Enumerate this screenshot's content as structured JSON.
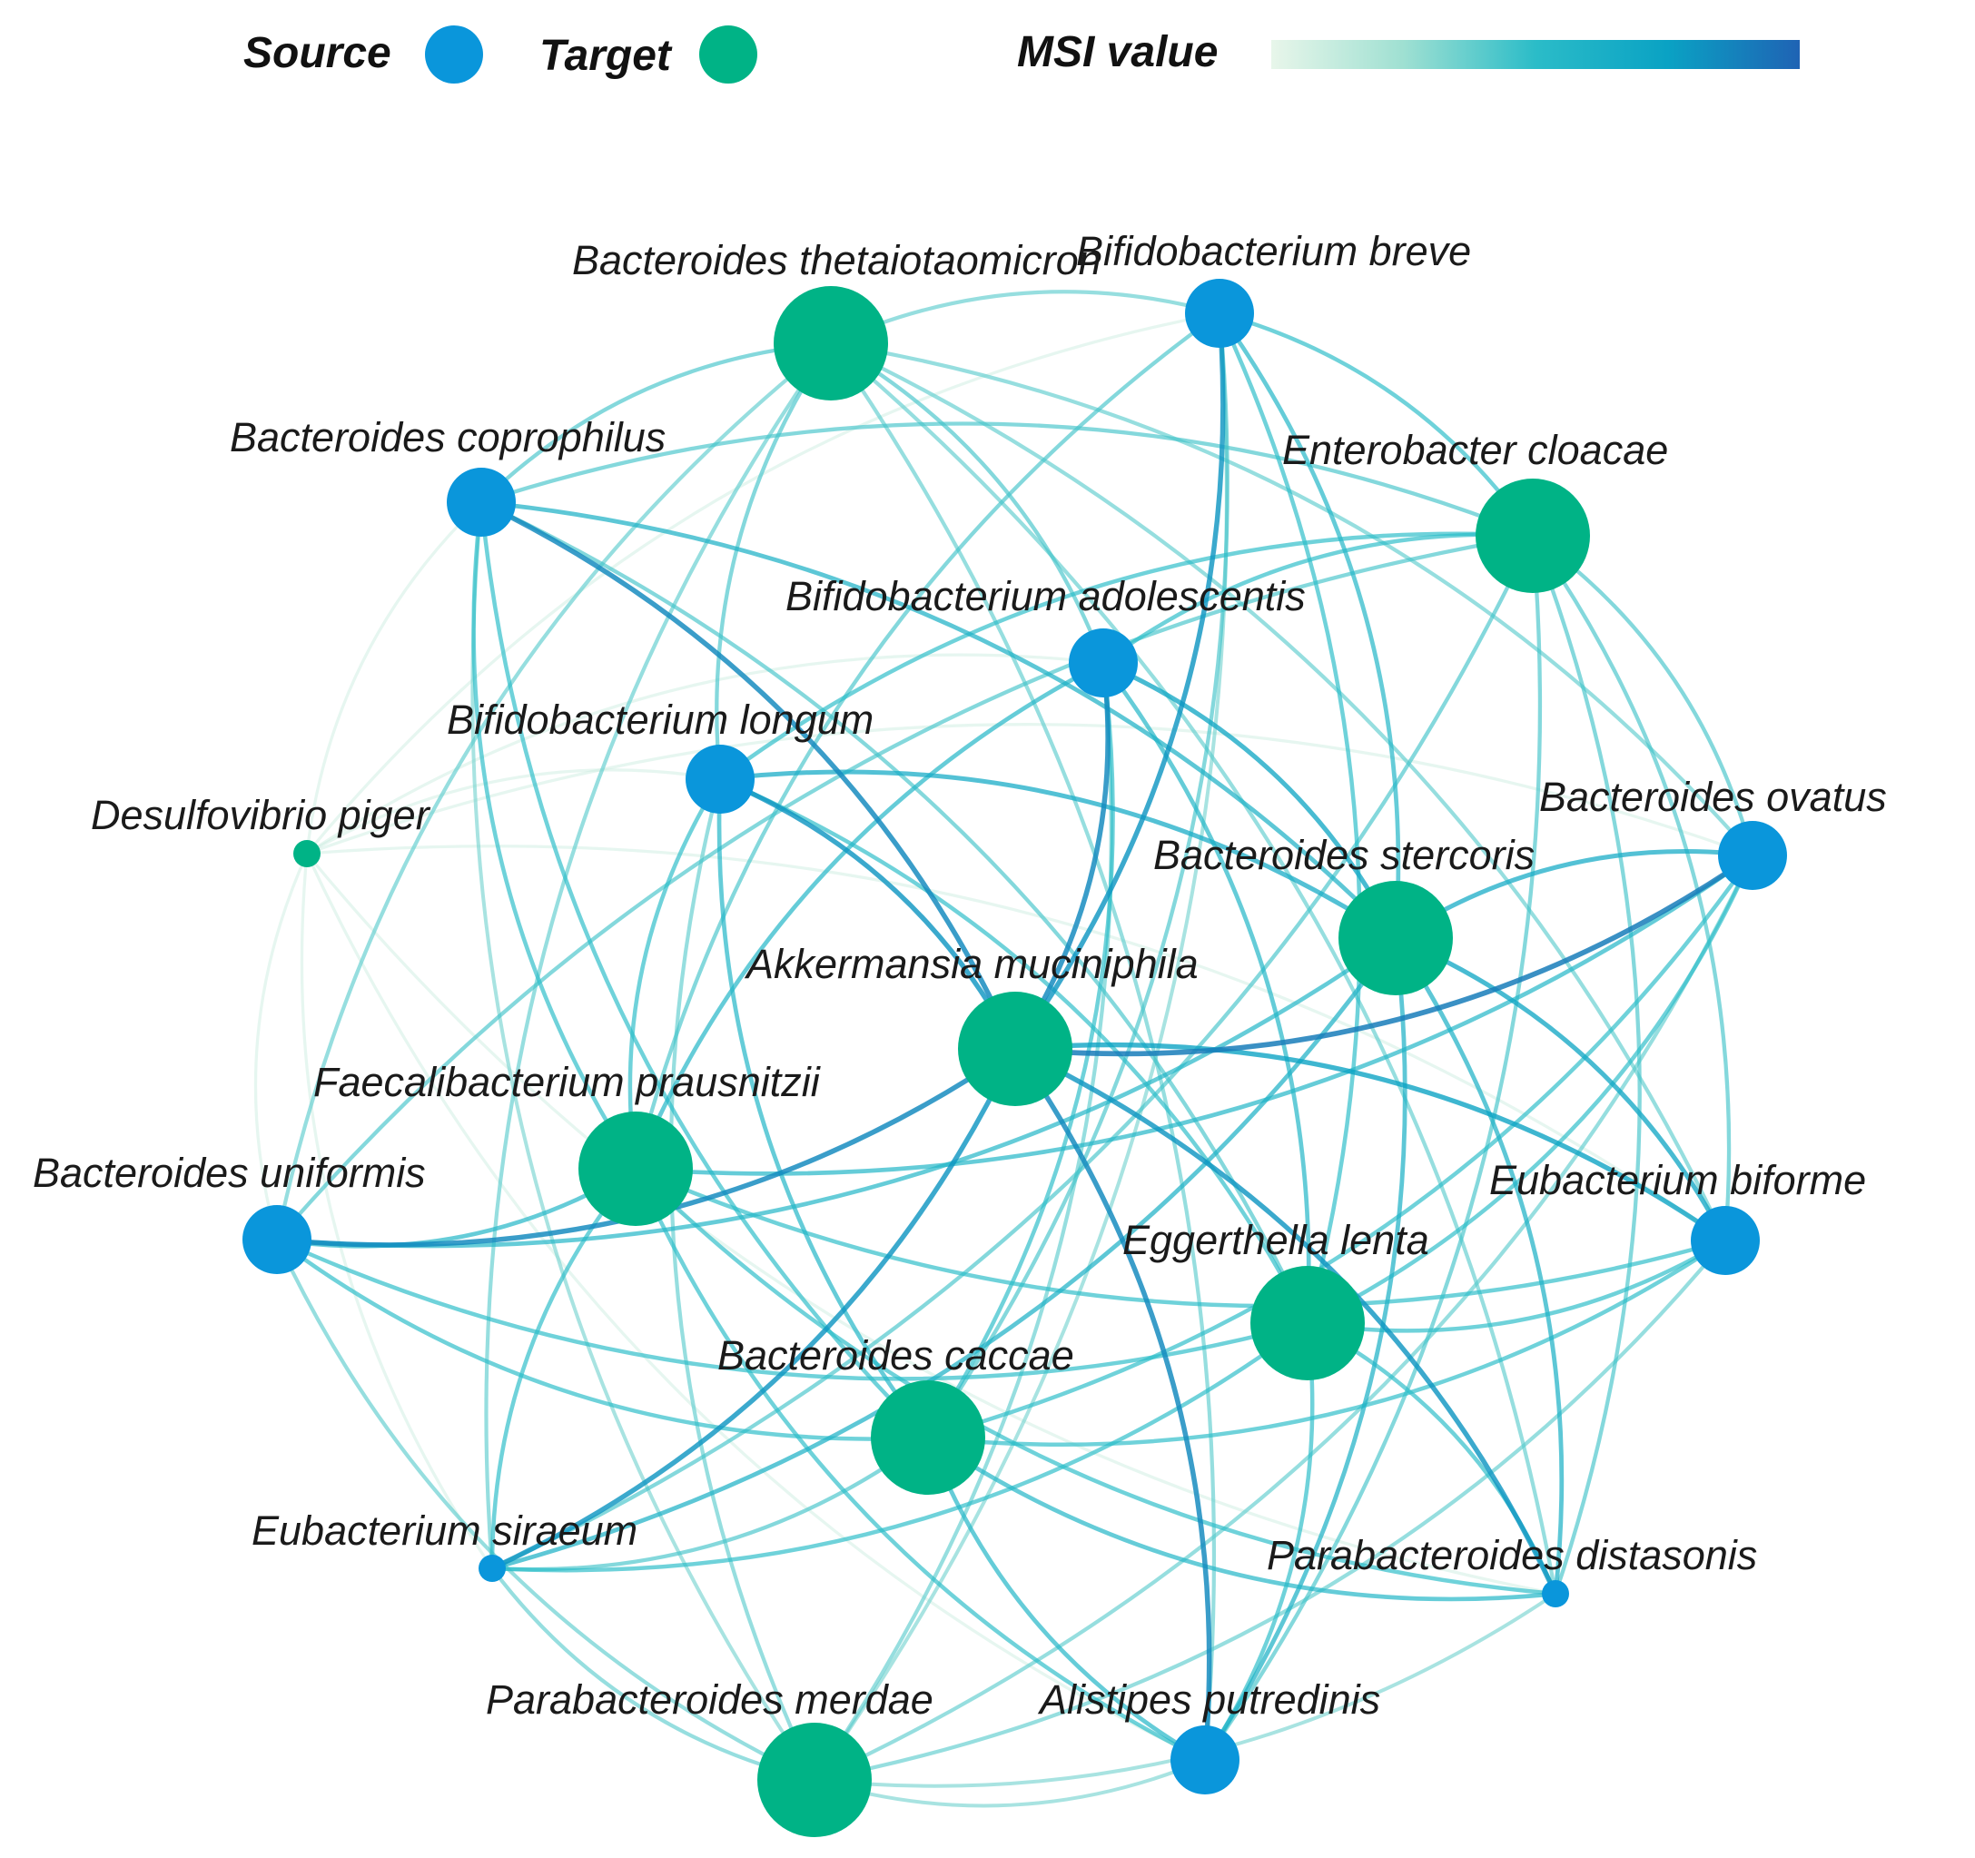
{
  "legend": {
    "source_label": "Source",
    "target_label": "Target",
    "msi_label": "MSI value",
    "source_color": "#0a96db",
    "target_color": "#00b386",
    "gradient_colors": [
      "#e8f6ea",
      "#9fe0d2",
      "#2bbcc8",
      "#0aa2c4",
      "#1f63b4"
    ]
  },
  "nodes": [
    {
      "id": "bthe",
      "label": "Bacteroides thetaiotaomicron",
      "role": "target",
      "size": "large"
    },
    {
      "id": "bbre",
      "label": "Bifidobacterium breve",
      "role": "source",
      "size": "medium"
    },
    {
      "id": "bcop",
      "label": "Bacteroides coprophilus",
      "role": "source",
      "size": "medium"
    },
    {
      "id": "eclo",
      "label": "Enterobacter cloacae",
      "role": "target",
      "size": "large"
    },
    {
      "id": "bado",
      "label": "Bifidobacterium adolescentis",
      "role": "source",
      "size": "medium"
    },
    {
      "id": "blon",
      "label": "Bifidobacterium longum",
      "role": "source",
      "size": "medium"
    },
    {
      "id": "dpig",
      "label": "Desulfovibrio piger",
      "role": "target",
      "size": "tiny"
    },
    {
      "id": "bova",
      "label": "Bacteroides ovatus",
      "role": "source",
      "size": "medium"
    },
    {
      "id": "bste",
      "label": "Bacteroides stercoris",
      "role": "target",
      "size": "large"
    },
    {
      "id": "amuc",
      "label": "Akkermansia muciniphila",
      "role": "target",
      "size": "large"
    },
    {
      "id": "fpra",
      "label": "Faecalibacterium prausnitzii",
      "role": "target",
      "size": "large"
    },
    {
      "id": "buni",
      "label": "Bacteroides uniformis",
      "role": "source",
      "size": "medium"
    },
    {
      "id": "ebif",
      "label": "Eubacterium biforme",
      "role": "source",
      "size": "medium"
    },
    {
      "id": "elen",
      "label": "Eggerthella lenta",
      "role": "target",
      "size": "large"
    },
    {
      "id": "bcac",
      "label": "Bacteroides caccae",
      "role": "target",
      "size": "large"
    },
    {
      "id": "esir",
      "label": "Eubacterium siraeum",
      "role": "source",
      "size": "small"
    },
    {
      "id": "pdis",
      "label": "Parabacteroides distasonis",
      "role": "source",
      "size": "small"
    },
    {
      "id": "pmer",
      "label": "Parabacteroides merdae",
      "role": "target",
      "size": "large"
    },
    {
      "id": "aput",
      "label": "Alistipes putredinis",
      "role": "source",
      "size": "medium"
    }
  ],
  "edges": [
    {
      "s": "amuc",
      "t": "bcop",
      "msi": 0.85
    },
    {
      "s": "amuc",
      "t": "blon",
      "msi": 0.8
    },
    {
      "s": "amuc",
      "t": "bado",
      "msi": 0.85
    },
    {
      "s": "amuc",
      "t": "bova",
      "msi": 0.9
    },
    {
      "s": "amuc",
      "t": "buni",
      "msi": 0.85
    },
    {
      "s": "amuc",
      "t": "esir",
      "msi": 0.8
    },
    {
      "s": "amuc",
      "t": "pdis",
      "msi": 0.8
    },
    {
      "s": "amuc",
      "t": "aput",
      "msi": 0.85
    },
    {
      "s": "amuc",
      "t": "ebif",
      "msi": 0.75
    },
    {
      "s": "amuc",
      "t": "bbre",
      "msi": 0.8
    },
    {
      "s": "bste",
      "t": "bova",
      "msi": 0.65
    },
    {
      "s": "bste",
      "t": "ebif",
      "msi": 0.7
    },
    {
      "s": "bste",
      "t": "bado",
      "msi": 0.7
    },
    {
      "s": "bste",
      "t": "blon",
      "msi": 0.65
    },
    {
      "s": "bste",
      "t": "bcop",
      "msi": 0.6
    },
    {
      "s": "bste",
      "t": "esir",
      "msi": 0.6
    },
    {
      "s": "bste",
      "t": "aput",
      "msi": 0.6
    },
    {
      "s": "bste",
      "t": "pdis",
      "msi": 0.6
    },
    {
      "s": "bste",
      "t": "buni",
      "msi": 0.55
    },
    {
      "s": "bste",
      "t": "bbre",
      "msi": 0.55
    },
    {
      "s": "elen",
      "t": "bova",
      "msi": 0.5
    },
    {
      "s": "elen",
      "t": "ebif",
      "msi": 0.5
    },
    {
      "s": "elen",
      "t": "bado",
      "msi": 0.55
    },
    {
      "s": "elen",
      "t": "blon",
      "msi": 0.5
    },
    {
      "s": "elen",
      "t": "buni",
      "msi": 0.5
    },
    {
      "s": "elen",
      "t": "esir",
      "msi": 0.5
    },
    {
      "s": "elen",
      "t": "aput",
      "msi": 0.5
    },
    {
      "s": "elen",
      "t": "pdis",
      "msi": 0.5
    },
    {
      "s": "elen",
      "t": "bbre",
      "msi": 0.5
    },
    {
      "s": "elen",
      "t": "bcop",
      "msi": 0.45
    },
    {
      "s": "bcac",
      "t": "bova",
      "msi": 0.5
    },
    {
      "s": "bcac",
      "t": "ebif",
      "msi": 0.5
    },
    {
      "s": "bcac",
      "t": "bado",
      "msi": 0.5
    },
    {
      "s": "bcac",
      "t": "blon",
      "msi": 0.55
    },
    {
      "s": "bcac",
      "t": "buni",
      "msi": 0.5
    },
    {
      "s": "bcac",
      "t": "esir",
      "msi": 0.45
    },
    {
      "s": "bcac",
      "t": "aput",
      "msi": 0.55
    },
    {
      "s": "bcac",
      "t": "pdis",
      "msi": 0.55
    },
    {
      "s": "bcac",
      "t": "bcop",
      "msi": 0.5
    },
    {
      "s": "bcac",
      "t": "bbre",
      "msi": 0.45
    },
    {
      "s": "fpra",
      "t": "bova",
      "msi": 0.55
    },
    {
      "s": "fpra",
      "t": "ebif",
      "msi": 0.5
    },
    {
      "s": "fpra",
      "t": "bado",
      "msi": 0.55
    },
    {
      "s": "fpra",
      "t": "blon",
      "msi": 0.5
    },
    {
      "s": "fpra",
      "t": "buni",
      "msi": 0.55
    },
    {
      "s": "fpra",
      "t": "esir",
      "msi": 0.5
    },
    {
      "s": "fpra",
      "t": "aput",
      "msi": 0.5
    },
    {
      "s": "fpra",
      "t": "pdis",
      "msi": 0.5
    },
    {
      "s": "fpra",
      "t": "bcop",
      "msi": 0.5
    },
    {
      "s": "fpra",
      "t": "bbre",
      "msi": 0.45
    },
    {
      "s": "eclo",
      "t": "bbre",
      "msi": 0.5
    },
    {
      "s": "eclo",
      "t": "bcop",
      "msi": 0.45
    },
    {
      "s": "eclo",
      "t": "bado",
      "msi": 0.5
    },
    {
      "s": "eclo",
      "t": "blon",
      "msi": 0.5
    },
    {
      "s": "eclo",
      "t": "bova",
      "msi": 0.45
    },
    {
      "s": "eclo",
      "t": "ebif",
      "msi": 0.45
    },
    {
      "s": "eclo",
      "t": "buni",
      "msi": 0.45
    },
    {
      "s": "eclo",
      "t": "esir",
      "msi": 0.45
    },
    {
      "s": "eclo",
      "t": "aput",
      "msi": 0.45
    },
    {
      "s": "eclo",
      "t": "pdis",
      "msi": 0.45
    },
    {
      "s": "bthe",
      "t": "bbre",
      "msi": 0.4
    },
    {
      "s": "bthe",
      "t": "bcop",
      "msi": 0.45
    },
    {
      "s": "bthe",
      "t": "bado",
      "msi": 0.45
    },
    {
      "s": "bthe",
      "t": "blon",
      "msi": 0.45
    },
    {
      "s": "bthe",
      "t": "bova",
      "msi": 0.4
    },
    {
      "s": "bthe",
      "t": "ebif",
      "msi": 0.4
    },
    {
      "s": "bthe",
      "t": "buni",
      "msi": 0.4
    },
    {
      "s": "bthe",
      "t": "esir",
      "msi": 0.4
    },
    {
      "s": "bthe",
      "t": "aput",
      "msi": 0.4
    },
    {
      "s": "bthe",
      "t": "pdis",
      "msi": 0.4
    },
    {
      "s": "pmer",
      "t": "bova",
      "msi": 0.4
    },
    {
      "s": "pmer",
      "t": "ebif",
      "msi": 0.4
    },
    {
      "s": "pmer",
      "t": "bado",
      "msi": 0.4
    },
    {
      "s": "pmer",
      "t": "blon",
      "msi": 0.4
    },
    {
      "s": "pmer",
      "t": "buni",
      "msi": 0.4
    },
    {
      "s": "pmer",
      "t": "esir",
      "msi": 0.4
    },
    {
      "s": "pmer",
      "t": "aput",
      "msi": 0.35
    },
    {
      "s": "pmer",
      "t": "pdis",
      "msi": 0.35
    },
    {
      "s": "pmer",
      "t": "bcop",
      "msi": 0.35
    },
    {
      "s": "pmer",
      "t": "bbre",
      "msi": 0.35
    },
    {
      "s": "dpig",
      "t": "bcop",
      "msi": 0.1
    },
    {
      "s": "dpig",
      "t": "buni",
      "msi": 0.1
    },
    {
      "s": "dpig",
      "t": "blon",
      "msi": 0.1
    },
    {
      "s": "dpig",
      "t": "bbre",
      "msi": 0.1
    },
    {
      "s": "dpig",
      "t": "esir",
      "msi": 0.1
    },
    {
      "s": "dpig",
      "t": "ebif",
      "msi": 0.1
    },
    {
      "s": "dpig",
      "t": "bova",
      "msi": 0.1
    },
    {
      "s": "dpig",
      "t": "pdis",
      "msi": 0.1
    },
    {
      "s": "dpig",
      "t": "aput",
      "msi": 0.1
    },
    {
      "s": "dpig",
      "t": "bado",
      "msi": 0.1
    }
  ]
}
